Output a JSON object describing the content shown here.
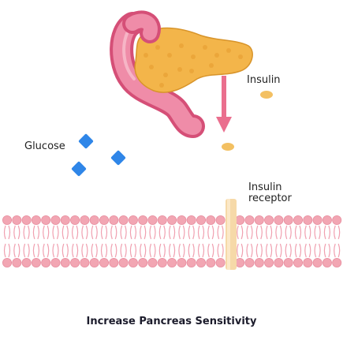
{
  "labels": {
    "insulin": "Insulin",
    "glucose": "Glucose",
    "receptor_line1": "Insulin",
    "receptor_line2": "receptor"
  },
  "caption": "Increase Pancreas Sensitivity",
  "colors": {
    "pancreas": "#f3b54a",
    "duodenum": "#e66a8d",
    "arrow": "#ea6f8e",
    "insulin": "#f3c062",
    "glucose": "#2f86e8",
    "membrane_head": "#f2a6b3",
    "receptor": "#f6d9a8"
  }
}
